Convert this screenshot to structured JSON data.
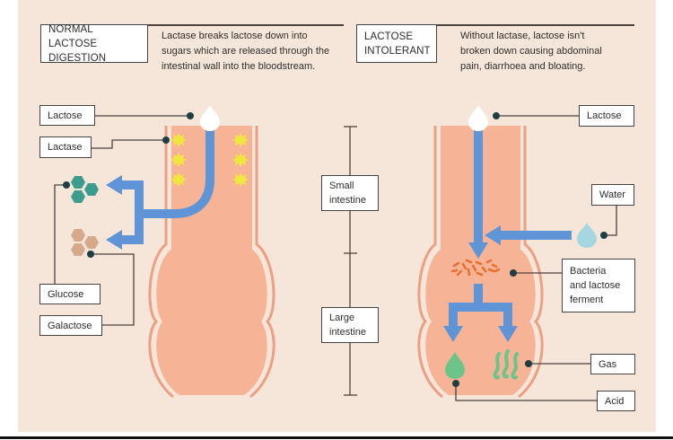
{
  "colors": {
    "background": "#f6e5d9",
    "intestine_fill": "#f6b396",
    "intestine_wall": "#ec9f82",
    "pipe_blue": "#5f95d6",
    "glucose": "#3c9c8e",
    "galactose": "#d6a98a",
    "lactase_enzyme": "#f1e640",
    "water": "#a6d7df",
    "acid_gas": "#6cc48b",
    "bacteria": "#e8702f",
    "pointer_dot": "#1e3e44",
    "line": "#4a4440"
  },
  "normal": {
    "title_lines": [
      "NORMAL LACTOSE",
      "DIGESTION"
    ],
    "description_lines": [
      "Lactase breaks lactose down into",
      "sugars which are released through the",
      "intestinal wall into the bloodstream."
    ],
    "labels": {
      "lactose": "Lactose",
      "lactase": "Lactase",
      "glucose": "Glucose",
      "galactose": "Galactose"
    }
  },
  "intolerant": {
    "title_lines": [
      "LACTOSE",
      "INTOLERANT"
    ],
    "description_lines": [
      "Without lactase, lactose isn't",
      "broken down causing abdominal",
      "pain, diarrhoea and bloating."
    ],
    "labels": {
      "lactose": "Lactose",
      "water": "Water",
      "bacteria_lines": [
        "Bacteria",
        "and lactose",
        "ferment"
      ],
      "gas": "Gas",
      "acid": "Acid"
    }
  },
  "scale": {
    "small_intestine_lines": [
      "Small",
      "intestine"
    ],
    "large_intestine_lines": [
      "Large",
      "intestine"
    ]
  }
}
